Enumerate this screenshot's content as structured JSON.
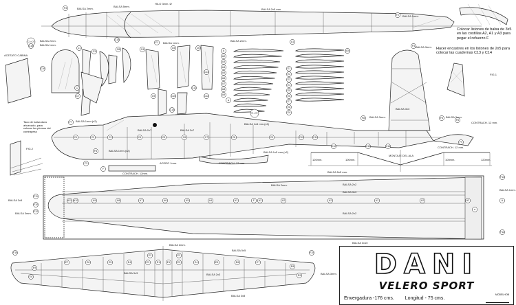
{
  "title": {
    "name": "DANI",
    "subtitle": "VELERO SPORT",
    "wingspan": "Envergadura -176 cms.",
    "length": "Longitud - 75 cms.",
    "logo": "MODELHOB"
  },
  "notes": {
    "balsa_2mm": "BALSA 2mm.",
    "balsa_5mm": "BALSA 5mm.",
    "hilo": "HILO 3mm. Ø",
    "balsa_2x5": "BALSA 2x5 mm.",
    "balsa_1mm": "BALSA 1mm.",
    "f1_balsa": "BALSA 1mm.",
    "c_balsa2": "BALSA 2mm.",
    "c_balsa1": "BALSA 1mm.",
    "a_balsa": "BALSA 2mm.",
    "acetato": "ACETATO CABINA",
    "colocar": "Colocar listones de balsa de 3x5 en las costillas A2, A1 y A3 para pegar el refuerzo F",
    "hacer": "Hacer encastres en los listones de 2x5 para colocar las cuadernas C13 y C14",
    "f4_balsa": "BALSA 3mm.",
    "fig1": "FIG.1",
    "fig2": "FIG.2",
    "taco": "Taco de balsa dura ahuecado, para colocar los plomos del contrapeso",
    "f7_balsa": "BALSA 1mm.(x2)",
    "balsa_2x7a": "BALSA 2x7",
    "balsa_2x7b": "BALSA 2x7",
    "balsa_1x5": "BALSA 1x5 mm.(x2)",
    "balsa_1mm_x2": "BALSA 1mm.(x2)",
    "acero": "ACERO 1mm.",
    "contrach_f": "CONTRACH. 12mm.",
    "contrach_f6": "CONTRACH. 12 mm.",
    "contrach_f9": "CONTRACH. 12 mm.",
    "contrach_f3": "CONTRACH. 12 mm.",
    "f8_balsa": "BALSA 3mm.",
    "f5_balsa": "BALSA 3mm.",
    "balsa_3x3_fin": "BALSA 3x3",
    "montaje": "MONTAJE DEL ALA",
    "dim_120a": "120mm.",
    "dim_100a": "100mm.",
    "dim_100b": "100mm.",
    "dim_120b": "120mm.",
    "wing_5x5": "BALSA 5x5 mm.",
    "wing_2mm": "BALSA 2mm.",
    "wing_2x2a": "BALSA 2x2",
    "wing_3x3": "BALSA 3x3",
    "wing_2x2b": "BALSA 2x2",
    "wing_3x10": "BALSA 3x10",
    "wing_3x5": "BALSA 3x5",
    "wing_3mm": "BALSA 3mm.",
    "wing_tip_1mm": "BALSA 1mm.",
    "stab_2mm": "BALSA 2mm.",
    "stab_5x5": "BALSA 5x5",
    "stab_3x3": "BALSA 3x3",
    "stab_2x3": "BALSA 2x3",
    "stab_3x8": "BALSA 3x8",
    "stab_tip": "BALSA 3mm."
  },
  "callouts": {
    "top_fuselage": [
      "F3",
      "C15",
      "F1",
      "F2"
    ],
    "formers": [
      "C1 a C6",
      "C15",
      "C16",
      "C1",
      "C3",
      "C8",
      "C4",
      "C5",
      "C6",
      "C7",
      "C2",
      "C9",
      "C10",
      "C11",
      "C12",
      "C13",
      "C14"
    ],
    "ribs": [
      "A",
      "A2",
      "A3",
      "A4",
      "A5",
      "A6",
      "A7",
      "A8",
      "A9",
      "A1",
      "A10",
      "a"
    ],
    "stab_ribs": [
      "E1",
      "E2",
      "E3",
      "E4",
      "E5",
      "E6",
      "E7",
      "E8",
      "E9",
      "E1 a E9"
    ],
    "fin": [
      "F4",
      "F8",
      "F5",
      "F6",
      "F9"
    ],
    "side": [
      "F7",
      "C1",
      "C2",
      "C3",
      "C4",
      "C5",
      "C6",
      "C7",
      "C8",
      "C9",
      "C10",
      "C11",
      "C12",
      "C13",
      "C14",
      "F3",
      "F8",
      "F"
    ],
    "wing": [
      "F11",
      "F10",
      "F12",
      "A11",
      "A10",
      "A9",
      "A8",
      "A7",
      "A6",
      "A5",
      "A4",
      "A3",
      "F",
      "A2",
      "A2",
      "A2",
      "A2",
      "A2",
      "A2",
      "A",
      "a",
      "F13",
      "F12"
    ],
    "stab": [
      "F15",
      "E9",
      "E8",
      "E7",
      "E6",
      "E5",
      "E4",
      "E3",
      "E2",
      "E1",
      "E1",
      "E3",
      "E2",
      "E4",
      "E5",
      "E6",
      "E7",
      "E8",
      "E9",
      "F15"
    ]
  }
}
